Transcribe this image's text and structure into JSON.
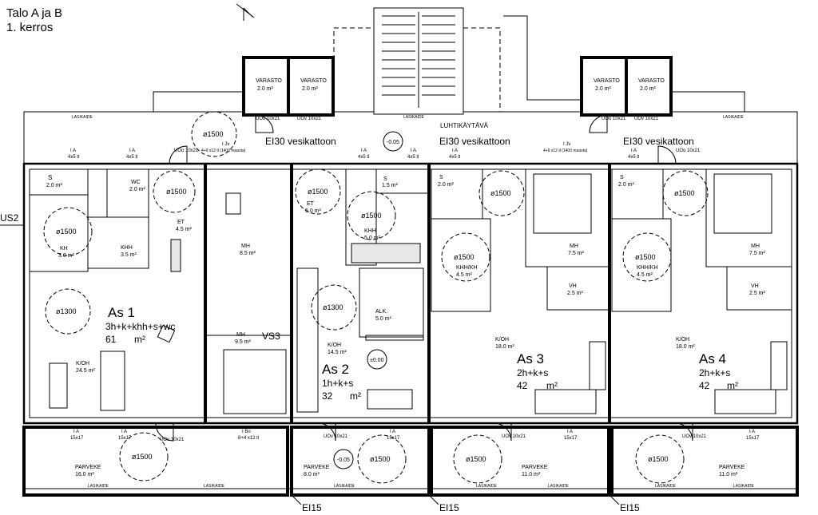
{
  "title": {
    "line1": "Talo A ja B",
    "line2": "1. kerros"
  },
  "storage": [
    {
      "name": "VARASTO",
      "area": "2.0 m²"
    },
    {
      "name": "VARASTO",
      "area": "2.0 m²"
    },
    {
      "name": "VARASTO",
      "area": "2.0 m²"
    },
    {
      "name": "VARASTO",
      "area": "2.0 m²"
    }
  ],
  "tags": {
    "ei30_a": "EI30 vesikattoon",
    "ei30_b": "EI30 vesikattoon",
    "ei30_c": "EI30 vesikattoon",
    "luhti": "LUHTIKÄYTÄVÄ",
    "lasikaide": "LASIKAIDE",
    "us2": "US2",
    "vs3": "VS3",
    "ei15_a": "EI15",
    "ei15_b": "EI15",
    "ei15_c": "EI15",
    "lvl_top": "-0.05",
    "lvl_mid": "±0.00",
    "lvl_bottom": "-0.05",
    "uoo": "UOo 10x21",
    "uov": "UOv 10x21",
    "ia": "I A",
    "ia45": "4x5 tl",
    "ia1517": "15x17",
    "jv": "I Jv",
    "jv_note": "4+9 x12 tl (1400 maasta)",
    "ibo": "I Bo",
    "ibo_note": "8+4 x12 tl",
    "e130": "EI30"
  },
  "apartments": [
    {
      "id": "As 1",
      "type": "3h+k+khh+s+wc",
      "area": "61",
      "unit": "m²"
    },
    {
      "id": "As 2",
      "type": "1h+k+s",
      "area": "32",
      "unit": "m²"
    },
    {
      "id": "As 3",
      "type": "2h+k+s",
      "area": "42",
      "unit": "m²"
    },
    {
      "id": "As 4",
      "type": "2h+k+s",
      "area": "42",
      "unit": "m²"
    }
  ],
  "rooms": {
    "as1_s": "S",
    "as1_s_a": "2.0 m²",
    "as1_wc": "WC",
    "as1_wc_a": "2.0 m²",
    "as1_et": "ET",
    "as1_et_a": "4.5 m²",
    "as1_kh": "KH",
    "as1_kh_a": "3.0 m²",
    "as1_khh": "KHH",
    "as1_khh_a": "3.5 m²",
    "as1_mh1": "MH",
    "as1_mh1_a": "8.5 m²",
    "as1_mh2": "MH",
    "as1_mh2_a": "9.5 m²",
    "as1_koh": "K/OH",
    "as1_koh_a": "24.5 m²",
    "as2_s": "S",
    "as2_s_a": "1.5 m²",
    "as2_et": "ET",
    "as2_et_a": "5.0 m²",
    "as2_khh": "KHH",
    "as2_khh_a": "5.0 m²",
    "as2_alk": "ALK.",
    "as2_alk_a": "5.0 m²",
    "as2_koh": "K/OH",
    "as2_koh_a": "14.5 m²",
    "as3_s": "S",
    "as3_s_a": "2.0 m²",
    "as3_khh": "KHH/KH",
    "as3_khh_a": "4.5 m²",
    "as3_mh": "MH",
    "as3_mh_a": "7.5 m²",
    "as3_vh": "VH",
    "as3_vh_a": "2.5 m²",
    "as3_koh": "K/OH",
    "as3_koh_a": "18.0 m²",
    "as4_s": "S",
    "as4_s_a": "2.0 m²",
    "as4_khh": "KHH/KH",
    "as4_khh_a": "4.5 m²",
    "as4_mh": "MH",
    "as4_mh_a": "7.5 m²",
    "as4_vh": "VH",
    "as4_vh_a": "2.5 m²",
    "as4_koh": "K/OH",
    "as4_koh_a": "18.0 m²"
  },
  "balconies": [
    {
      "name": "PARVEKE",
      "area": "16.0 m²"
    },
    {
      "name": "PARVEKE",
      "area": "8.0 m²"
    },
    {
      "name": "PARVEKE",
      "area": "11.0 m²"
    },
    {
      "name": "PARVEKE",
      "area": "11.0 m²"
    }
  ],
  "turning_circles": {
    "d1500": "ø1500",
    "d1300": "ø1300"
  }
}
